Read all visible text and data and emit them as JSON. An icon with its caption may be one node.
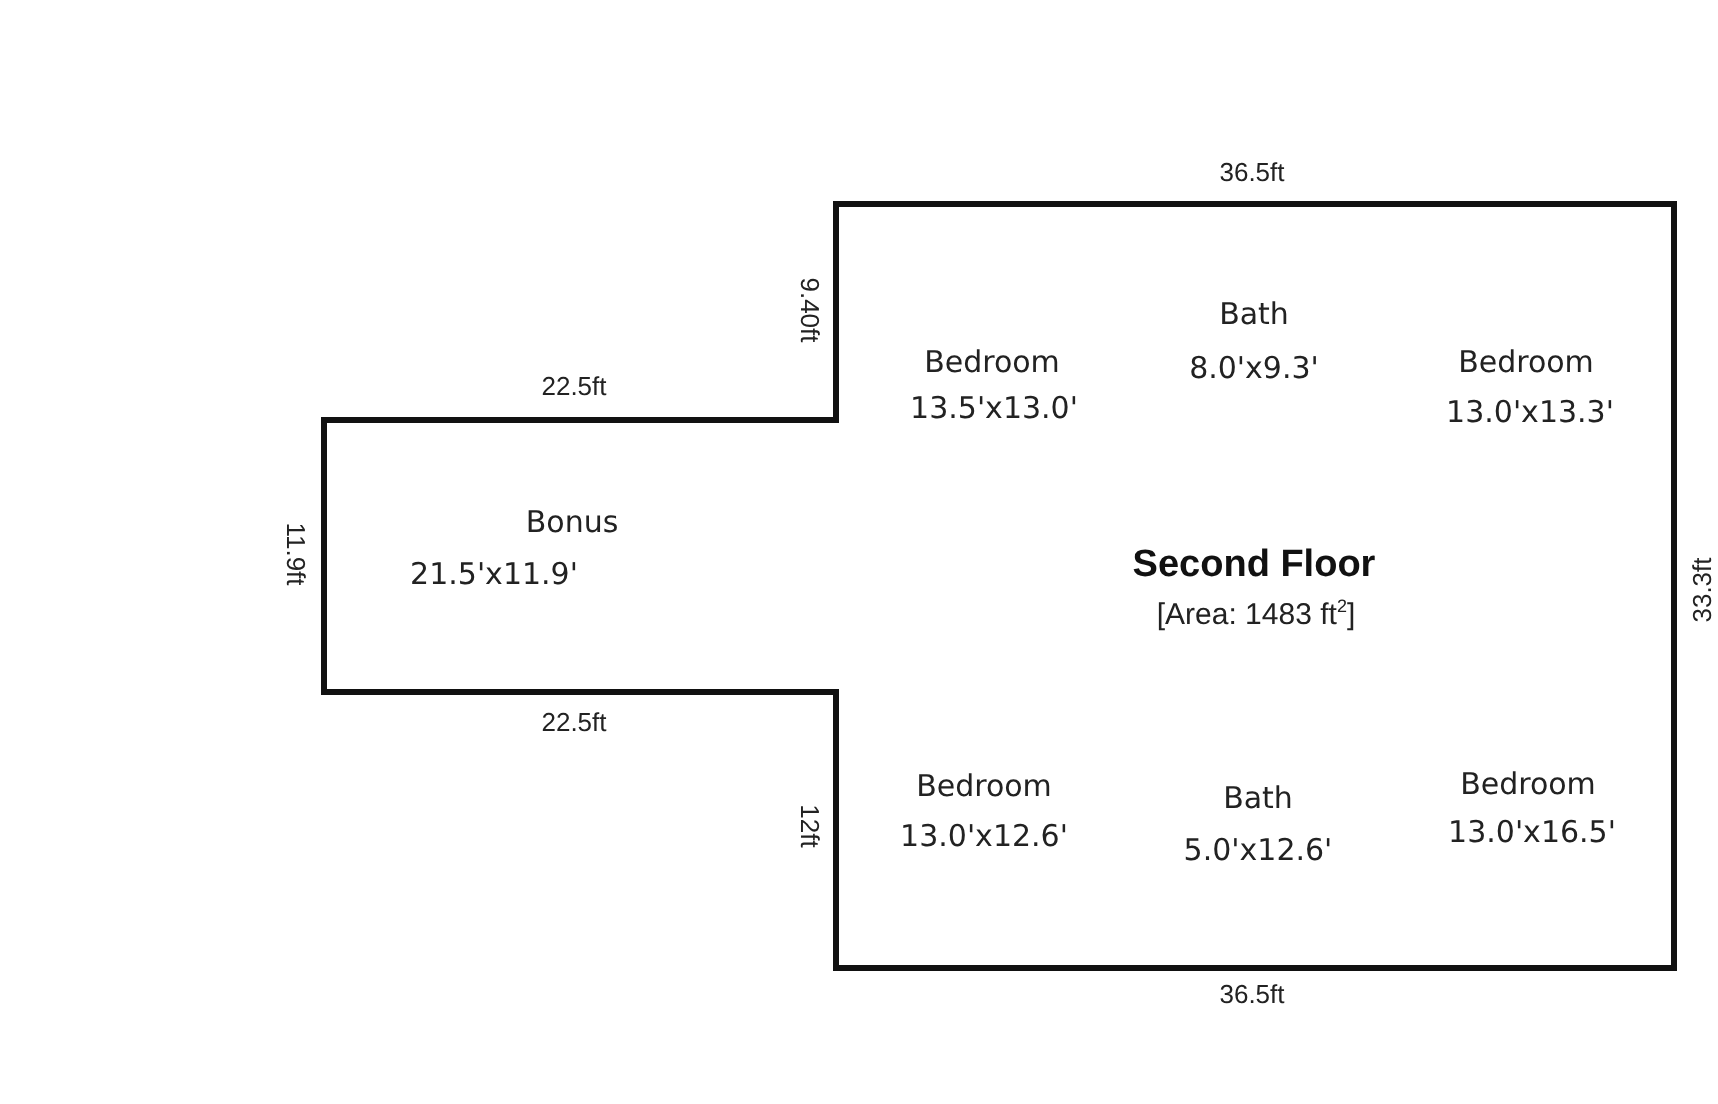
{
  "diagram": {
    "title": "Second Floor",
    "labels": [
      "36.5ft",
      "Bath",
      "9.40ft",
      "Bedroom",
      "8.0'x9.3'",
      "Bedroom",
      "22.5ft",
      "13.5'x13.0'",
      "13.0'x13.3'",
      "Bonus",
      "11.9ft",
      "21.5'x11.9'",
      "33.3ft",
      "[Area: 1483 ft$^{2}$]",
      "22.5ft",
      "Bedroom",
      "Bedroom",
      "Bath",
      "12ft",
      "13.0'x12.6'",
      "13.0'x16.5'",
      "5.0'x12.6'",
      "36.5ft"
    ]
  }
}
